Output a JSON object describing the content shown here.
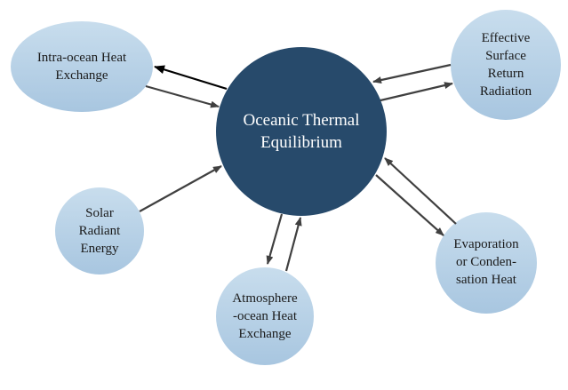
{
  "center": {
    "label_line1": "Oceanic Thermal",
    "label_line2": "Equilibrium"
  },
  "nodes": {
    "intra": {
      "line1": "Intra-ocean Heat",
      "line2": "Exchange"
    },
    "effective": {
      "line1": "Effective",
      "line2": "Surface",
      "line3": "Return",
      "line4": "Radiation"
    },
    "solar": {
      "line1": "Solar",
      "line2": "Radiant",
      "line3": "Energy"
    },
    "atmosphere": {
      "line1": "Atmosphere",
      "line2": "-ocean Heat",
      "line3": "Exchange"
    },
    "evaporation": {
      "line1": "Evaporation",
      "line2": "or Conden-",
      "line3": "sation Heat"
    }
  },
  "colors": {
    "center": "#274a6b",
    "node_top": "#c6dcec",
    "node_bottom": "#a9c7e1",
    "arrow": "#404040"
  }
}
